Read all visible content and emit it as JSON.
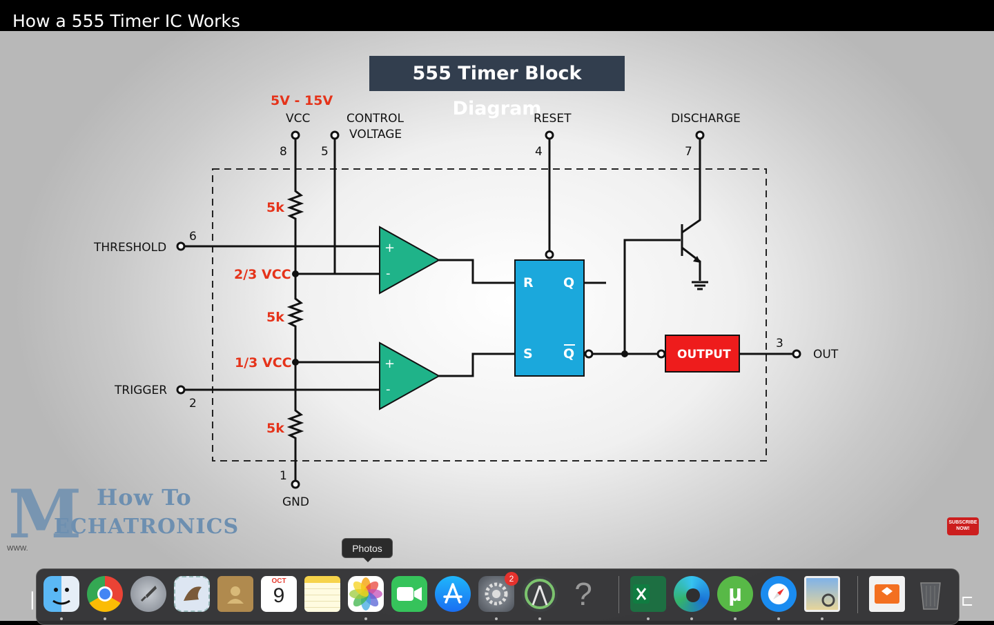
{
  "window": {
    "title": "How a 555 Timer IC Works"
  },
  "slide": {
    "title": "555 Timer Block Diagram",
    "supply_range": "5V - 15V",
    "pins": {
      "vcc": {
        "label": "VCC",
        "number": "8"
      },
      "control_line1": "CONTROL",
      "control_line2": "VOLTAGE",
      "control_number": "5",
      "reset": {
        "label": "RESET",
        "number": "4"
      },
      "discharge": {
        "label": "DISCHARGE",
        "number": "7"
      },
      "threshold": {
        "label": "THRESHOLD",
        "number": "6"
      },
      "trigger": {
        "label": "TRIGGER",
        "number": "2"
      },
      "out": {
        "label": "OUT",
        "number": "3"
      },
      "gnd": {
        "label": "GND",
        "number": "1"
      }
    },
    "resistors": [
      "5k",
      "5k",
      "5k"
    ],
    "ref_upper": "2/3 VCC",
    "ref_lower": "1/3 VCC",
    "comparator_plus": "+",
    "comparator_minus": "-",
    "flipflop": {
      "r": "R",
      "q": "Q",
      "s": "S",
      "qbar": "Q"
    },
    "output_block": "OUTPUT",
    "colors": {
      "comparator": "#1fb389",
      "flipflop": "#1ba8dc",
      "output": "#ee1c1c",
      "red_text": "#e5331a",
      "title_bg": "#323e4e"
    }
  },
  "watermark": {
    "line1": "How To",
    "line2": "ECHATRONICS",
    "m": "M",
    "www": "WWW."
  },
  "subscribe": {
    "line1": "SUBSCRIBE",
    "line2": "NOW!"
  },
  "dock": {
    "tooltip": "Photos",
    "calendar_month": "OCT",
    "calendar_day": "9",
    "system_prefs_badge": "2",
    "apps": [
      "Finder",
      "Google Chrome",
      "Launchpad",
      "Mail",
      "Contacts",
      "Calendar",
      "Notes",
      "Photos",
      "FaceTime",
      "App Store",
      "System Preferences",
      "Android Studio",
      "Unknown",
      "Microsoft Excel",
      "Microsoft Edge",
      "uTorrent",
      "Safari",
      "Preview",
      "Downloads",
      "Trash"
    ]
  }
}
